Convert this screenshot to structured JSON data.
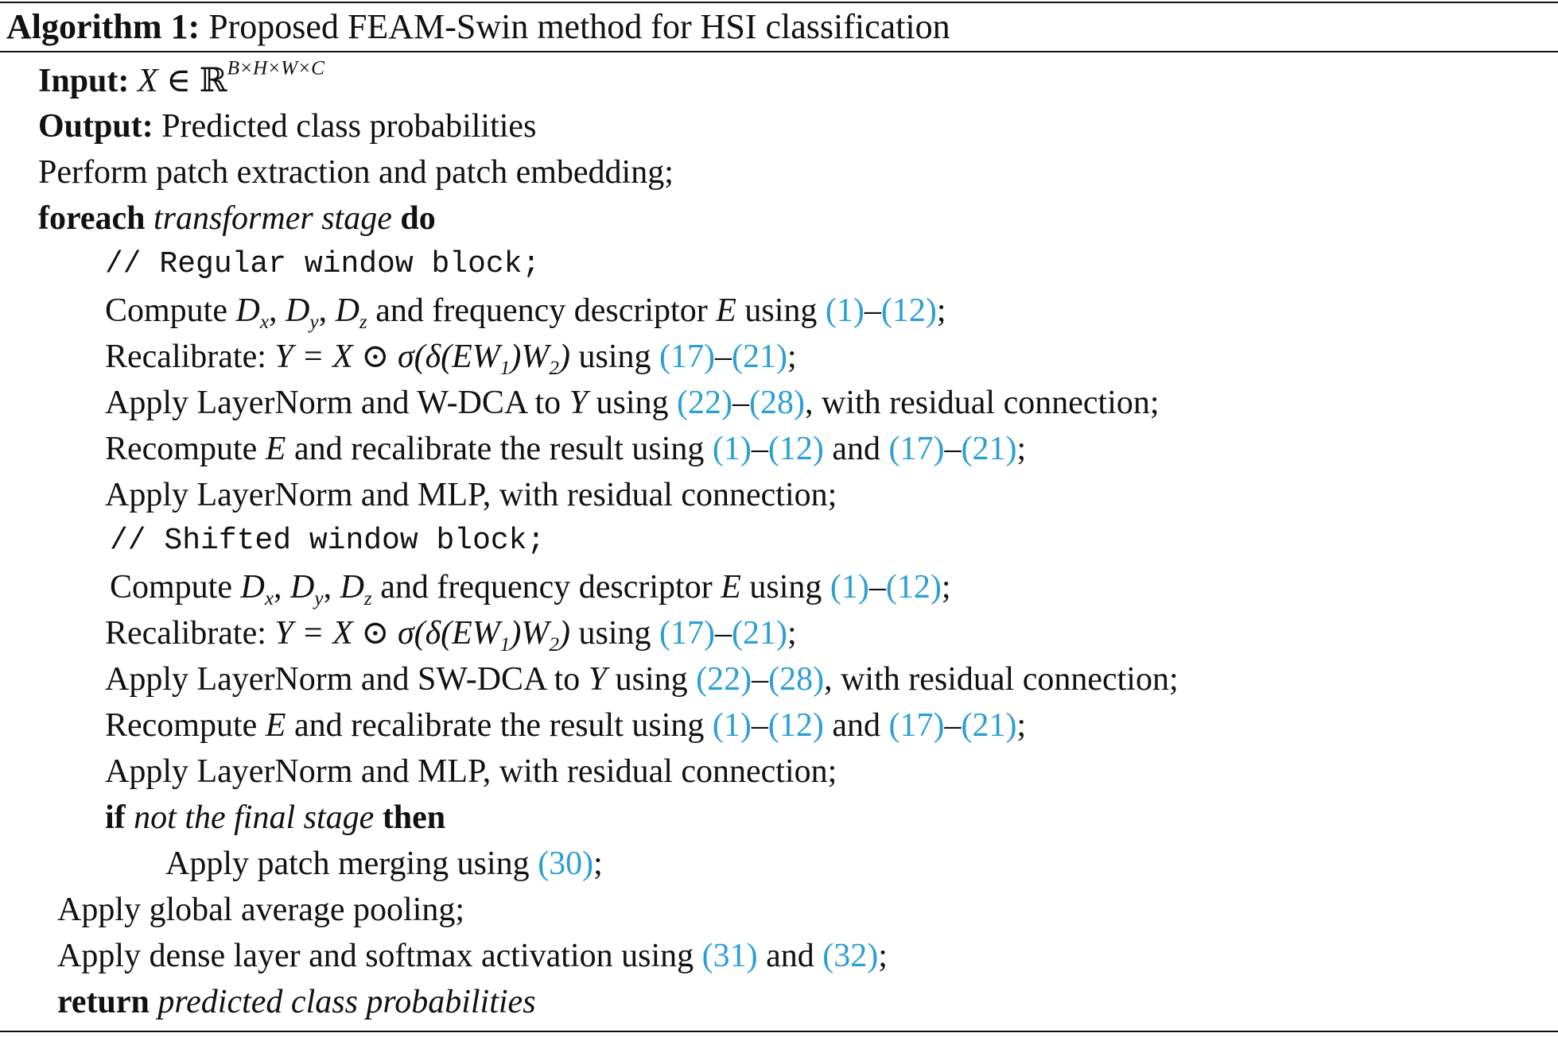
{
  "header": {
    "label": "Algorithm 1:",
    "title": "Proposed FEAM-Swin method for HSI classification"
  },
  "lines": {
    "input_kw": "Input:",
    "input_math_X": "X",
    "input_math_in": "∈",
    "input_math_R": "ℝ",
    "input_math_sup": "B×H×W×C",
    "output_kw": "Output:",
    "output_text": "Predicted class probabilities",
    "patch_text": "Perform patch extraction and patch embedding;",
    "foreach_kw": "foreach",
    "foreach_cond": "transformer stage",
    "do_kw": "do",
    "comment_regular": "// Regular window block;",
    "comment_shifted": "// Shifted window block;",
    "compute_pre": "Compute",
    "compute_mid": "and frequency descriptor",
    "compute_E": "E",
    "using": "using",
    "recal_label": "Recalibrate:",
    "recal_formula_pre": "Y = X ⊙ σ(δ(EW",
    "recal_formula_mid": ")W",
    "recal_formula_end": ")",
    "apply_ln_wdca": "Apply LayerNorm and W-DCA to",
    "apply_ln_swdca": "Apply LayerNorm and SW-DCA to",
    "Y": "Y",
    "residual_tail": ", with residual connection;",
    "recompute_pre": "Recompute",
    "recompute_mid": "and recalibrate the result using",
    "and": "and",
    "mlp": "Apply LayerNorm and MLP, with residual connection;",
    "if_kw": "if",
    "if_cond": "not the final stage",
    "then_kw": "then",
    "merge_text": "Apply patch merging using",
    "gap": "Apply global average pooling;",
    "dense_text": "Apply dense layer and softmax activation using",
    "return_kw": "return",
    "return_text": "predicted class probabilities"
  },
  "refs": {
    "r1": "(1)",
    "r12": "(12)",
    "r17": "(17)",
    "r21": "(21)",
    "r22": "(22)",
    "r28": "(28)",
    "r30": "(30)",
    "r31": "(31)",
    "r32": "(32)"
  },
  "colors": {
    "link": "#2a9fd6",
    "text": "#111111"
  }
}
